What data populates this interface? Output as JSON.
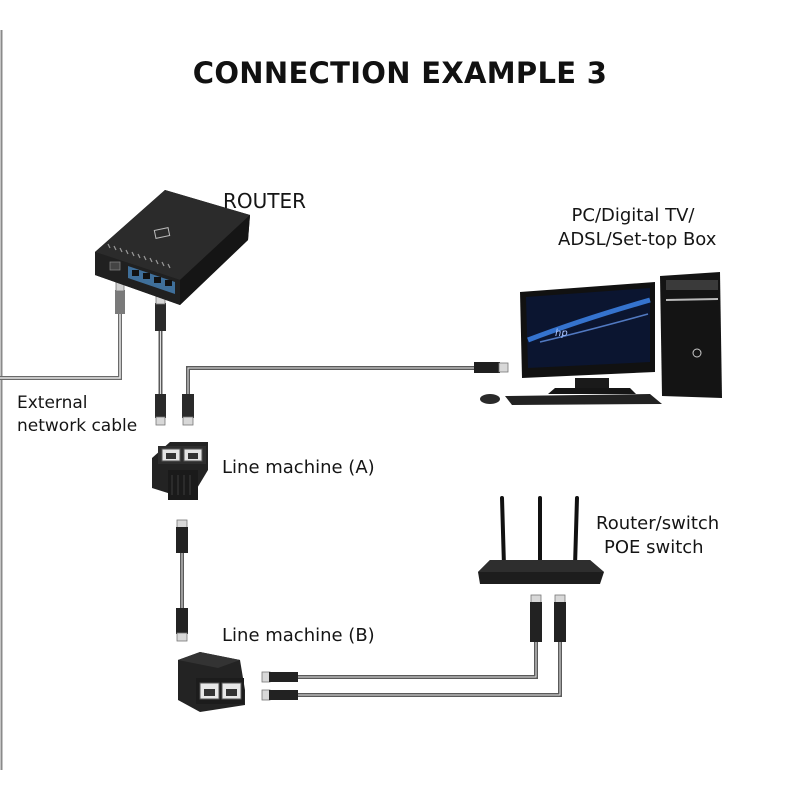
{
  "title": "CONNECTION EXAMPLE 3",
  "labels": {
    "router": "ROUTER",
    "pc": [
      "PC/Digital TV/",
      "ADSL/Set-top Box"
    ],
    "external_cable": [
      "External",
      "network cable"
    ],
    "line_machine_a": "Line machine (A)",
    "line_machine_b": "Line machine (B)",
    "router_switch": [
      "Router/switch",
      "POE switch"
    ]
  },
  "colors": {
    "background": "#ffffff",
    "device_body": "#1f1f1f",
    "cable": "#6a6a6a",
    "port_accent": "#3f6f9a",
    "screen_glow": "#3a7de0"
  }
}
